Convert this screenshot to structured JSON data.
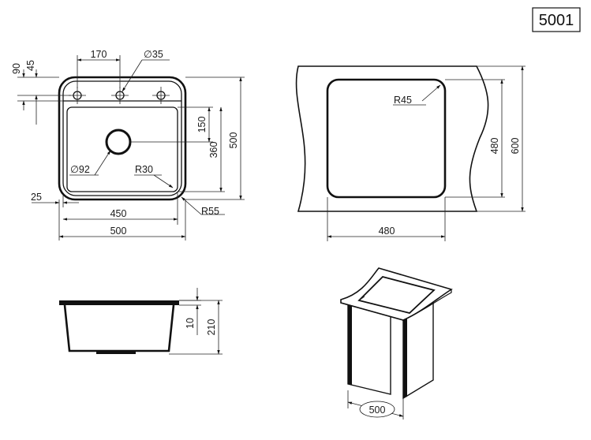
{
  "model_number": "5001",
  "top_view": {
    "hole_spacing": "170",
    "tap_hole_diameter": "∅35",
    "dim_90": "90",
    "dim_45": "45",
    "drain_offset": "150",
    "bowl_depth": "360",
    "overall_depth": "500",
    "drain_diameter": "∅92",
    "inner_radius": "R30",
    "outer_radius": "R55",
    "rim_width": "25",
    "bowl_width": "450",
    "overall_width": "500"
  },
  "cutout_view": {
    "corner_radius": "R45",
    "cutout_height": "480",
    "cabinet_depth": "600",
    "cutout_width": "480"
  },
  "section_view": {
    "rim_thickness": "10",
    "sink_depth": "210"
  },
  "cabinet_view": {
    "cabinet_width": "500"
  }
}
